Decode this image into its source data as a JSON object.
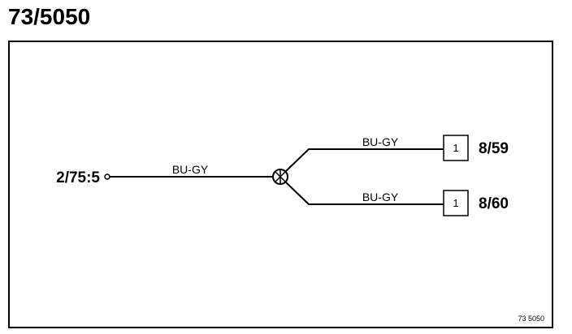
{
  "title": "73/5050",
  "source": {
    "label": "2/75:5",
    "wire_label": "BU-GY"
  },
  "splice": {
    "icon": "splice-junction-icon"
  },
  "branches": [
    {
      "wire_label": "BU-GY",
      "pin": "1",
      "target": "8/59"
    },
    {
      "wire_label": "BU-GY",
      "pin": "1",
      "target": "8/60"
    }
  ],
  "drawing_ref": "73 5050",
  "colors": {
    "line": "#000000",
    "background": "#ffffff"
  }
}
